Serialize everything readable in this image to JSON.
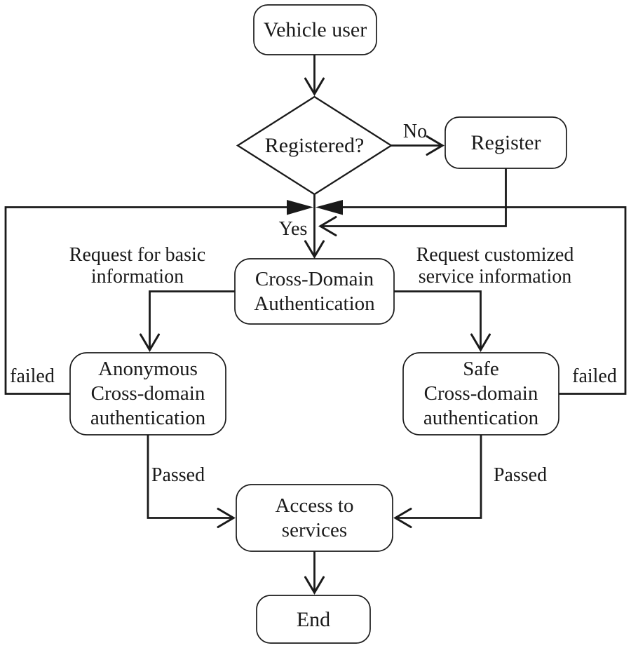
{
  "diagram": {
    "type": "flowchart",
    "colors": {
      "background": "#ffffff",
      "line": "#1a1a1a",
      "text": "#1a1a1a"
    },
    "nodes": {
      "vehicle_user": "Vehicle user",
      "registered": "Registered?",
      "register": "Register",
      "cross_domain_authentication": "Cross-Domain\nAuthentication",
      "anonymous_cross_domain": "Anonymous\nCross-domain\nauthentication",
      "safe_cross_domain": "Safe\nCross-domain\nauthentication",
      "access_to_services": "Access to\nservices",
      "end": "End"
    },
    "edge_labels": {
      "no": "No",
      "yes": "Yes",
      "request_basic": "Request for basic\ninformation",
      "request_customized": "Request customized\nservice information",
      "failed_left": "failed",
      "failed_right": "failed",
      "passed_left": "Passed",
      "passed_right": "Passed"
    }
  }
}
